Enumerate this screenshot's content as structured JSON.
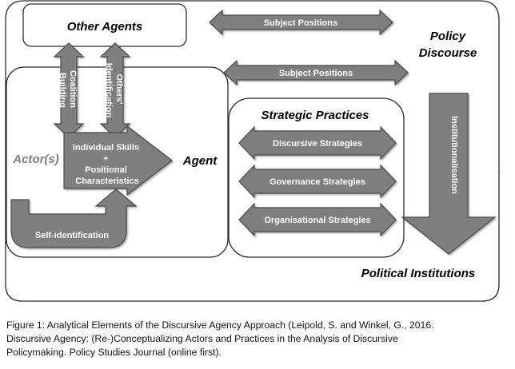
{
  "labels": {
    "other_agents": "Other Agents",
    "policy_discourse_line1": "Policy",
    "policy_discourse_line2": "Discourse",
    "subject_positions_top": "Subject Positions",
    "subject_positions_mid": "Subject Positions",
    "coalition_building_line1": "Coalition",
    "coalition_building_line2": "Building",
    "others_identification_line1": "Others'",
    "others_identification_line2": "Identification",
    "actors": "Actor(s)",
    "agent": "Agent",
    "individual_skills_line1": "Individual Skills",
    "individual_skills_line2": "+",
    "individual_skills_line3": "Positional",
    "individual_skills_line4": "Characteristics",
    "self_identification": "Self-identification",
    "strategic_practices": "Strategic Practices",
    "discursive_strategies": "Discursive Strategies",
    "governance_strategies": "Governance Strategies",
    "organisational_strategies": "Organisational Strategies",
    "institutionalisation": "Institutionalisation",
    "political_institutions": "Political Institutions"
  },
  "caption": {
    "line1": "Figure 1: Analytical Elements of the Discursive Agency Approach (Leipold, S. and Winkel, G., 2016.",
    "line2": "Discursive Agency: (Re-)Conceptualizing Actors and Practices in the Analysis of Discursive",
    "line3": "Policymaking. Policy Studies Journal (online first)."
  },
  "colors": {
    "arrow_fill": "#7f7f7f",
    "outline": "#2b2b2b",
    "actors_text": "#7f7f7f"
  }
}
